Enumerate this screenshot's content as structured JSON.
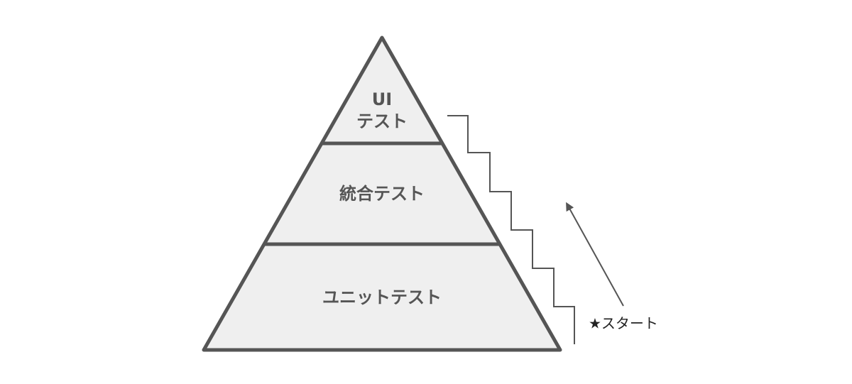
{
  "pyramid": {
    "top_label_line1": "UI",
    "top_label_line2": "テスト",
    "middle_label": "統合テスト",
    "bottom_label": "ユニットテスト"
  },
  "annotation": {
    "start_label": "★スタート"
  },
  "colors": {
    "stroke": "#555555",
    "fill": "#efefef",
    "arrow": "#555555"
  }
}
